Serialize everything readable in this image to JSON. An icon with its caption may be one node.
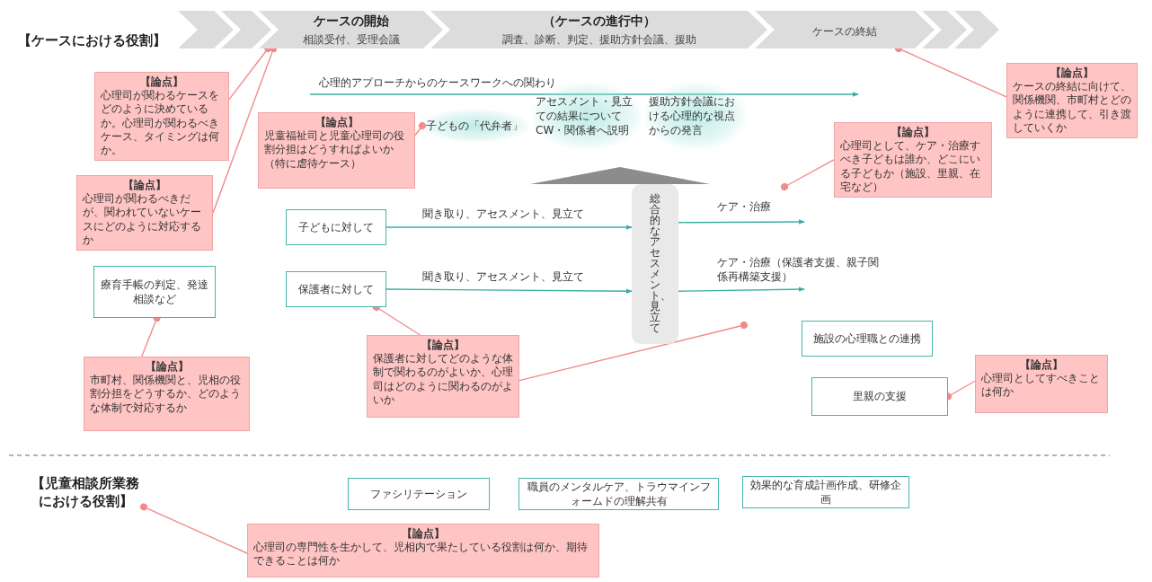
{
  "diagram": {
    "nodes": [
      {
        "text": [],
        "shape": "chevron"
      },
      {
        "text": [],
        "shape": "chevron"
      },
      {
        "text": [
          "ケースの開始",
          "相談受付、受理会議"
        ]
      },
      {
        "text": [
          "（ケースの進行中）",
          "調査、診断、判定、援助方針会議、援助"
        ]
      },
      {
        "text": [
          "ケースの終結"
        ]
      },
      {
        "text": [],
        "shape": "chevron"
      },
      {
        "text": [],
        "shape": "chevron"
      },
      {
        "text": [
          "【論点】",
          "ケースの終結に向けて、関係機関、市町村とどのように連携して、引き渡していくか"
        ]
      },
      {
        "text": [
          "【論点】",
          "心理司が関わるケースをどのように決めているか。心理司が関わるべきケース、タイミングは何か。"
        ]
      },
      {
        "text": [
          "【論点】",
          "児童福祉司と児童心理司の役割分担はどうすればよいか（特に虐待ケース）"
        ]
      },
      {
        "text": [
          "【論点】",
          "心理司が関わるべきだが、関われていないケースにどのように対応するか"
        ]
      },
      {
        "text": [
          "子どもの「代弁者」"
        ]
      },
      {
        "text": [
          "アセスメント・見立ての結果についてCW・関係者へ説明"
        ]
      },
      {
        "text": [
          "援助方針会議における心理的な視点からの発言"
        ]
      },
      {
        "text": [
          "子どもに対して"
        ]
      },
      {
        "text": [
          "保護者に対して"
        ]
      },
      {
        "text": [
          "総合的なアセスメント、見立て"
        ]
      },
      {
        "text": [
          "【論点】",
          "心理司として、ケア・治療すべき子どもは誰か、どこにいる子どもか（施設、里親、在宅など）"
        ]
      },
      {
        "text": [
          "療育手帳の判定、発達相談など"
        ]
      },
      {
        "text": [
          "【論点】",
          "市町村、関係機関と、児相の役割分担をどうするか、どのような体制で対応するか"
        ]
      },
      {
        "text": [
          "【論点】",
          "保護者に対してどのような体制で関わるのがよいか、心理司はどのように関わるのがよいか"
        ]
      },
      {
        "text": [
          "施設の心理職との連携"
        ]
      },
      {
        "text": [
          "里親の支援"
        ]
      },
      {
        "text": [
          "【論点】",
          "心理司としてすべきことは何か"
        ]
      },
      {
        "text": [
          "【児童相談所業務における役割】"
        ]
      },
      {
        "text": [
          "ファシリテーション"
        ]
      },
      {
        "text": [
          "職員のメンタルケア、トラウマインフォームドの理解共有"
        ]
      },
      {
        "text": [
          "効果的な育成計画作成、研修企画"
        ]
      },
      {
        "text": [
          "【論点】",
          "心理司の専門性を生かして、児相内で果たしている役割は何か、期待できることは何か"
        ]
      },
      {
        "text": [],
        "shape": "triangle"
      }
    ],
    "edges": [
      {
        "from": 8,
        "to": 2,
        "arrow": "other"
      },
      {
        "from": 10,
        "to": 2,
        "arrow": "other"
      },
      {
        "from": 7,
        "to": 4,
        "arrow": "other"
      },
      {
        "from": 9,
        "to": 11,
        "arrow": "other"
      },
      {
        "from": 14,
        "to": 16,
        "arrow": "to",
        "label": "聞き取り、アセスメント、見立て",
        "color": "#3aaea3"
      },
      {
        "from": 15,
        "to": 16,
        "arrow": "to",
        "label": "聞き取り、アセスメント、見立て",
        "color": "#3aaea3"
      },
      {
        "from": 16,
        "to": null,
        "arrow": "to",
        "label": "ケア・治療",
        "color": "#3aaea3"
      },
      {
        "from": 16,
        "to": null,
        "arrow": "to",
        "label": "ケア・治療（保護者支援、親子関係再構築支援）",
        "color": "#3aaea3"
      },
      {
        "from": 17,
        "to": null,
        "arrow": "other"
      },
      {
        "from": 19,
        "to": 18,
        "arrow": "other"
      },
      {
        "from": 20,
        "to": 15,
        "arrow": "other"
      },
      {
        "from": 20,
        "to": null,
        "arrow": "other"
      },
      {
        "from": 23,
        "to": 22,
        "arrow": "other"
      },
      {
        "from": 28,
        "to": 24,
        "arrow": "other"
      }
    ],
    "labels": [
      "【ケースにおける役割】",
      "心理的アプローチからのケースワークへの関わり"
    ]
  }
}
